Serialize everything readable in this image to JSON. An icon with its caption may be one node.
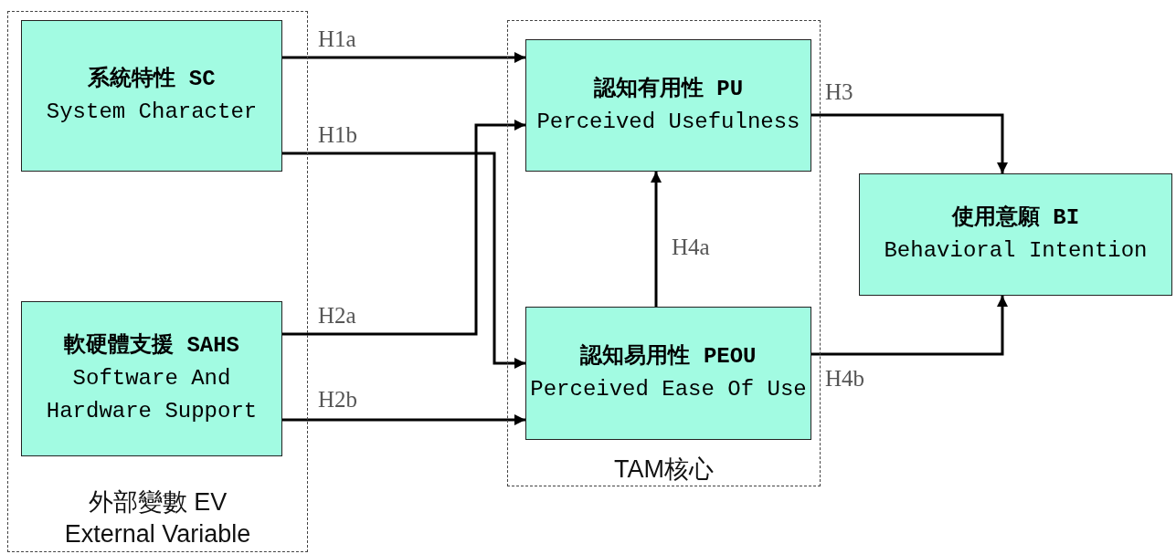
{
  "diagram": {
    "nodes": [
      {
        "text": [
          "外部變數 EV External Variable"
        ]
      },
      {
        "text": [
          "系統特性 SC",
          "System Character"
        ],
        "in": 0
      },
      {
        "text": [
          "軟硬體支援 SAHS",
          "Software And Hardware Support"
        ],
        "in": 0
      },
      {
        "text": [
          "TAM核心"
        ]
      },
      {
        "text": [
          "認知有用性 PU",
          "Perceived Usefulness"
        ],
        "in": 3
      },
      {
        "text": [
          "認知易用性 PEOU",
          "Perceived Ease Of Use"
        ],
        "in": 3
      },
      {
        "text": [
          "使用意願 BI",
          "Behavioral Intention"
        ]
      }
    ],
    "edges": [
      {
        "from": 1,
        "to": 4,
        "arrow": "to",
        "label": "H1a"
      },
      {
        "from": 1,
        "to": 5,
        "arrow": "to",
        "label": "H1b"
      },
      {
        "from": 2,
        "to": 4,
        "arrow": "to",
        "label": "H2a"
      },
      {
        "from": 2,
        "to": 5,
        "arrow": "to",
        "label": "H2b"
      },
      {
        "from": 4,
        "to": 6,
        "arrow": "to",
        "label": "H3"
      },
      {
        "from": 5,
        "to": 4,
        "arrow": "to",
        "label": "H4a"
      },
      {
        "from": 5,
        "to": 6,
        "arrow": "to",
        "label": "H4b"
      }
    ]
  }
}
